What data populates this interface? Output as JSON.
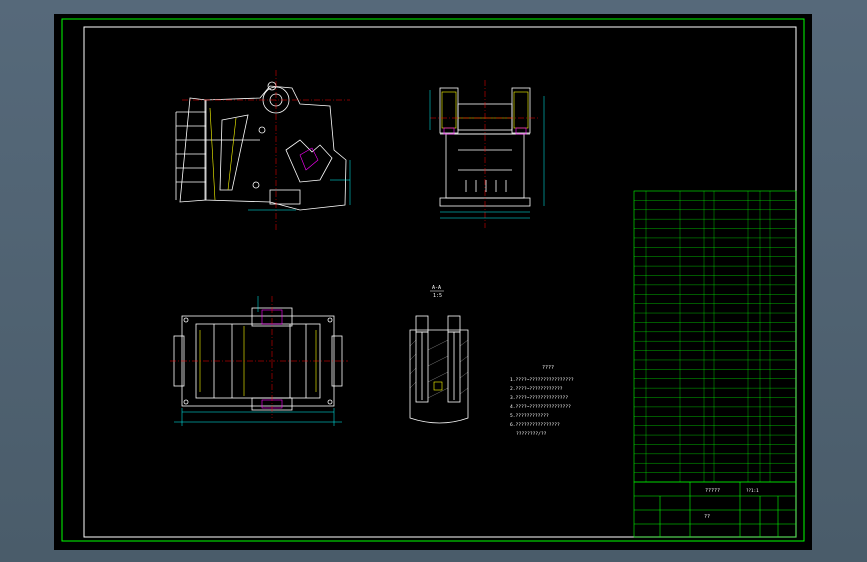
{
  "drawing": {
    "notes_title": "????",
    "notes": [
      "1.????~????????????????",
      "2.????~????????????",
      "3.????~??????????????",
      "4.????~???????????????",
      "5.????????????",
      "6.????????????????",
      "????????/??"
    ],
    "section_label_top": "A-A",
    "section_label_bottom": "1:5",
    "title_block": {
      "drawing_name": "?????",
      "scale_text": "??1:1",
      "material": "??"
    }
  },
  "bom": {
    "row_count": 31
  },
  "colors": {
    "viewport": "#4f6270",
    "sheet": "#000000",
    "frame": "#00ff00",
    "geometry": "#ffffff",
    "dimensions": "#00ffff",
    "centerlines": "#ff0000",
    "highlights": "#ffff00",
    "accent": "#ff00ff"
  }
}
